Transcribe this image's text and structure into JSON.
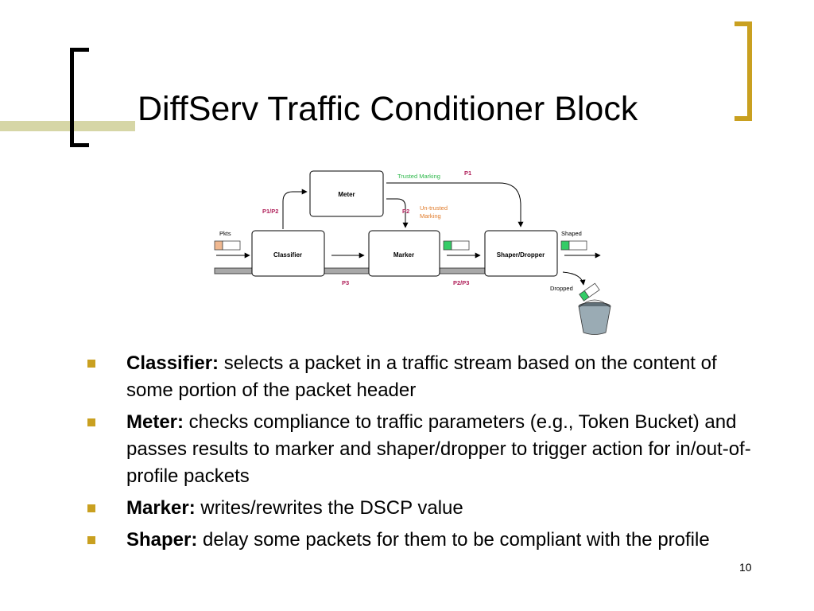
{
  "slide": {
    "title": "DiffServ Traffic Conditioner Block",
    "page_number": "10",
    "accent_color": "#c9a020",
    "band_color": "#d6d6a6"
  },
  "diagram": {
    "boxes": {
      "meter": "Meter",
      "classifier": "Classifier",
      "marker": "Marker",
      "shaper": "Shaper/Dropper"
    },
    "labels": {
      "pkts": "Pkts",
      "p1p2": "P1/P2",
      "trusted": "Trusted Marking",
      "p1": "P1",
      "p2": "P2",
      "untrusted_1": "Un-trusted",
      "untrusted_2": "Marking",
      "shaped": "Shaped",
      "dropped": "Dropped",
      "p3": "P3",
      "p2p3": "P2/P3"
    },
    "colors": {
      "trusted": "#2db84a",
      "untrusted": "#e07b2a",
      "p_label": "#b0205a",
      "packet_green": "#33cc66",
      "packet_orange": "#f0b890",
      "bucket": "#9aabb4"
    }
  },
  "bullets": [
    {
      "term": "Classifier:",
      "text": " selects a packet in a traffic stream based on the content of some portion of the packet header"
    },
    {
      "term": "Meter:",
      "text": " checks compliance to traffic parameters (e.g., Token Bucket) and passes results to marker and shaper/dropper to trigger action for in/out-of-profile packets"
    },
    {
      "term": "Marker:",
      "text": " writes/rewrites the DSCP value"
    },
    {
      "term": "Shaper:",
      "text": " delay some packets for them to be compliant with the profile"
    }
  ]
}
